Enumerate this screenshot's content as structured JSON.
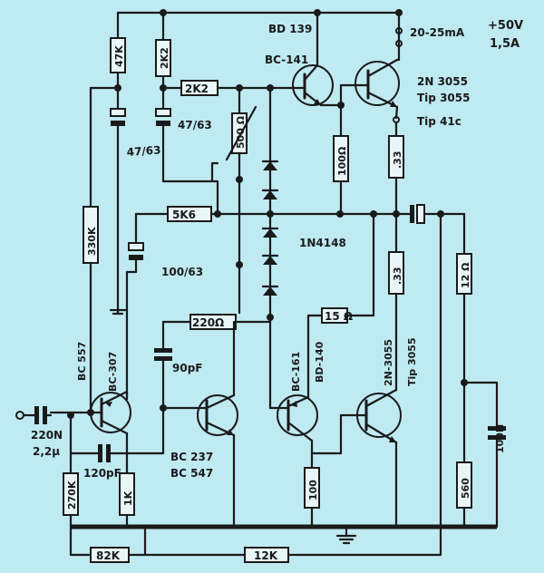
{
  "supply": {
    "voltage": "+50V",
    "current": "1,5A",
    "bias": "20-25mA"
  },
  "transistors": {
    "t_top_driver_type": "BD 139",
    "t_top_driver_alt": "BC-141",
    "t_top_power": "2N 3055",
    "t_top_power_alt1": "Tip 3055",
    "t_top_power_alt2": "Tip 41c",
    "t_input": "BC-307",
    "t_input_alt": "BC 557",
    "t_vas": "BC 237",
    "t_vas_alt": "BC 547",
    "t_bot_driver": "BC-161",
    "t_bot_driver_alt": "BD-140",
    "t_bot_power": "2N-3055",
    "t_bot_power_alt": "Tip 3055"
  },
  "resistors": {
    "r47k": "47K",
    "r2k2_v": "2K2",
    "r2k2_h": "2K2",
    "r500": "500 Ω",
    "r330k": "330K",
    "r5k6": "5K6",
    "r100_top": "100Ω",
    "r033_top": ".33",
    "r033_bot": ".33",
    "r12": "12 Ω",
    "r220": "220Ω",
    "r15": "15 Ω",
    "r270k": "270K",
    "r1k": "1K",
    "r100_bot": "100",
    "r560": "560",
    "r82k": "82K",
    "r12k": "12K"
  },
  "capacitors": {
    "c_boot": "47/63",
    "c_feedback": "100/63",
    "c_input": "220N",
    "c_input_alt": "2,2μ",
    "c_90pf": "90pF",
    "c_120pf": "120pF",
    "c_100n": "100N"
  },
  "diodes": {
    "label": "1N4148"
  }
}
